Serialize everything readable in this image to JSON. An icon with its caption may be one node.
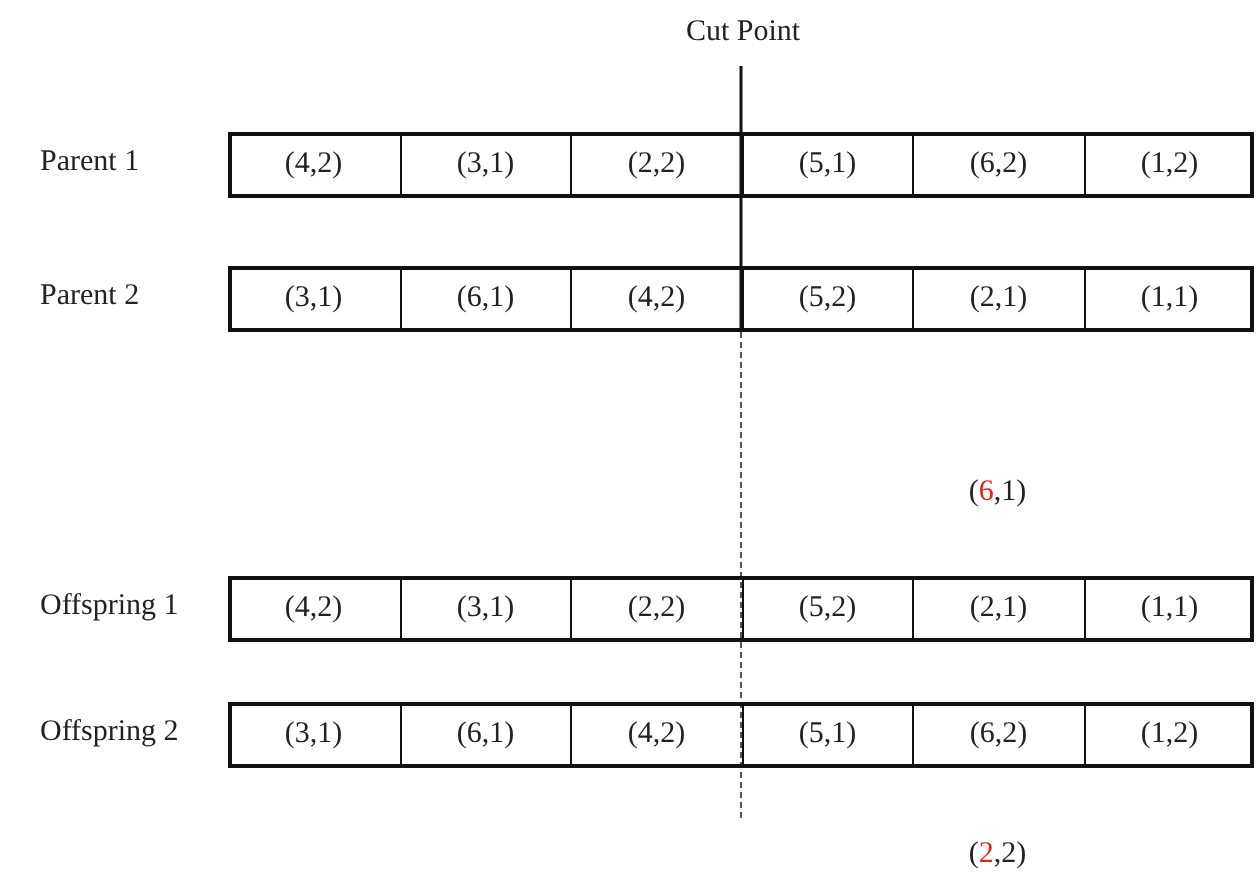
{
  "diagram": {
    "nodes": [
      {
        "text": [],
        "shape": "bar",
        "beside": [
          "Parent 1"
        ]
      },
      {
        "text": [
          "(4,2)"
        ],
        "in": 0
      },
      {
        "text": [
          "(3,1)"
        ],
        "in": 0
      },
      {
        "text": [
          "(2,2)"
        ],
        "in": 0
      },
      {
        "text": [
          "(5,1)"
        ],
        "in": 0
      },
      {
        "text": [
          "(6,2)"
        ],
        "in": 0
      },
      {
        "text": [
          "(1,2)"
        ],
        "in": 0
      },
      {
        "text": [],
        "shape": "bar",
        "beside": [
          "Parent 2"
        ]
      },
      {
        "text": [
          "(3,1)"
        ],
        "in": 7
      },
      {
        "text": [
          "(6,1)"
        ],
        "in": 7
      },
      {
        "text": [
          "(4,2)"
        ],
        "in": 7
      },
      {
        "text": [
          "(5,2)"
        ],
        "in": 7
      },
      {
        "text": [
          "(2,1)"
        ],
        "in": 7
      },
      {
        "text": [
          "(1,1)"
        ],
        "in": 7
      },
      {
        "text": [],
        "shape": "bar",
        "beside": [
          "Offspring 1"
        ]
      },
      {
        "text": [
          "(4,2)"
        ],
        "in": 14
      },
      {
        "text": [
          "(3,1)"
        ],
        "in": 14
      },
      {
        "text": [
          "(2,2)"
        ],
        "in": 14
      },
      {
        "text": [
          "(5,2)"
        ],
        "in": 14
      },
      {
        "text": [
          "(2,1)"
        ],
        "in": 14
      },
      {
        "text": [
          "(1,1)"
        ],
        "in": 14
      },
      {
        "text": [],
        "shape": "bar",
        "beside": [
          "Offspring 2"
        ]
      },
      {
        "text": [
          "(3,1)"
        ],
        "in": 21
      },
      {
        "text": [
          "(6,1)"
        ],
        "in": 21
      },
      {
        "text": [
          "(4,2)"
        ],
        "in": 21
      },
      {
        "text": [
          "(5,1)"
        ],
        "in": 21
      },
      {
        "text": [
          "(6,2)"
        ],
        "in": 21
      },
      {
        "text": [
          "(1,2)"
        ],
        "in": 21
      }
    ],
    "labels": [
      "Cut Point",
      "(6,1)",
      "(2,2)"
    ]
  }
}
